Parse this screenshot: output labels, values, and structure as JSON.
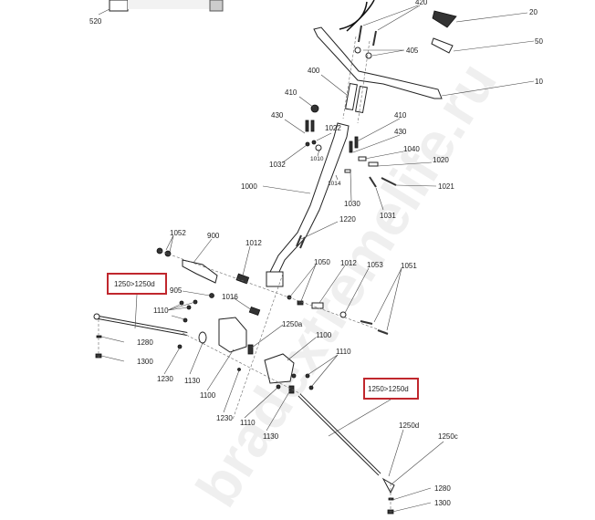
{
  "watermark": "bradextremelife.ru",
  "callouts": [
    "520",
    "420",
    "20",
    "405",
    "50",
    "10",
    "400",
    "410",
    "430",
    "1022",
    "410",
    "430",
    "1010",
    "1040",
    "1032",
    "1020",
    "1014",
    "1030",
    "1021",
    "1031",
    "1000",
    "1220",
    "1052",
    "900",
    "1012",
    "1050",
    "1012",
    "1053",
    "1051",
    "905",
    "1016",
    "1110",
    "1250a",
    "1280",
    "1100",
    "1300",
    "1110",
    "1230",
    "1130",
    "1100",
    "1230",
    "1110",
    "1130",
    "1250d",
    "1250c",
    "1280",
    "1300"
  ],
  "highlighted_callouts": [
    "1250>1250d",
    "1250>1250d"
  ],
  "colors": {
    "highlight_box": "#c0272d"
  }
}
